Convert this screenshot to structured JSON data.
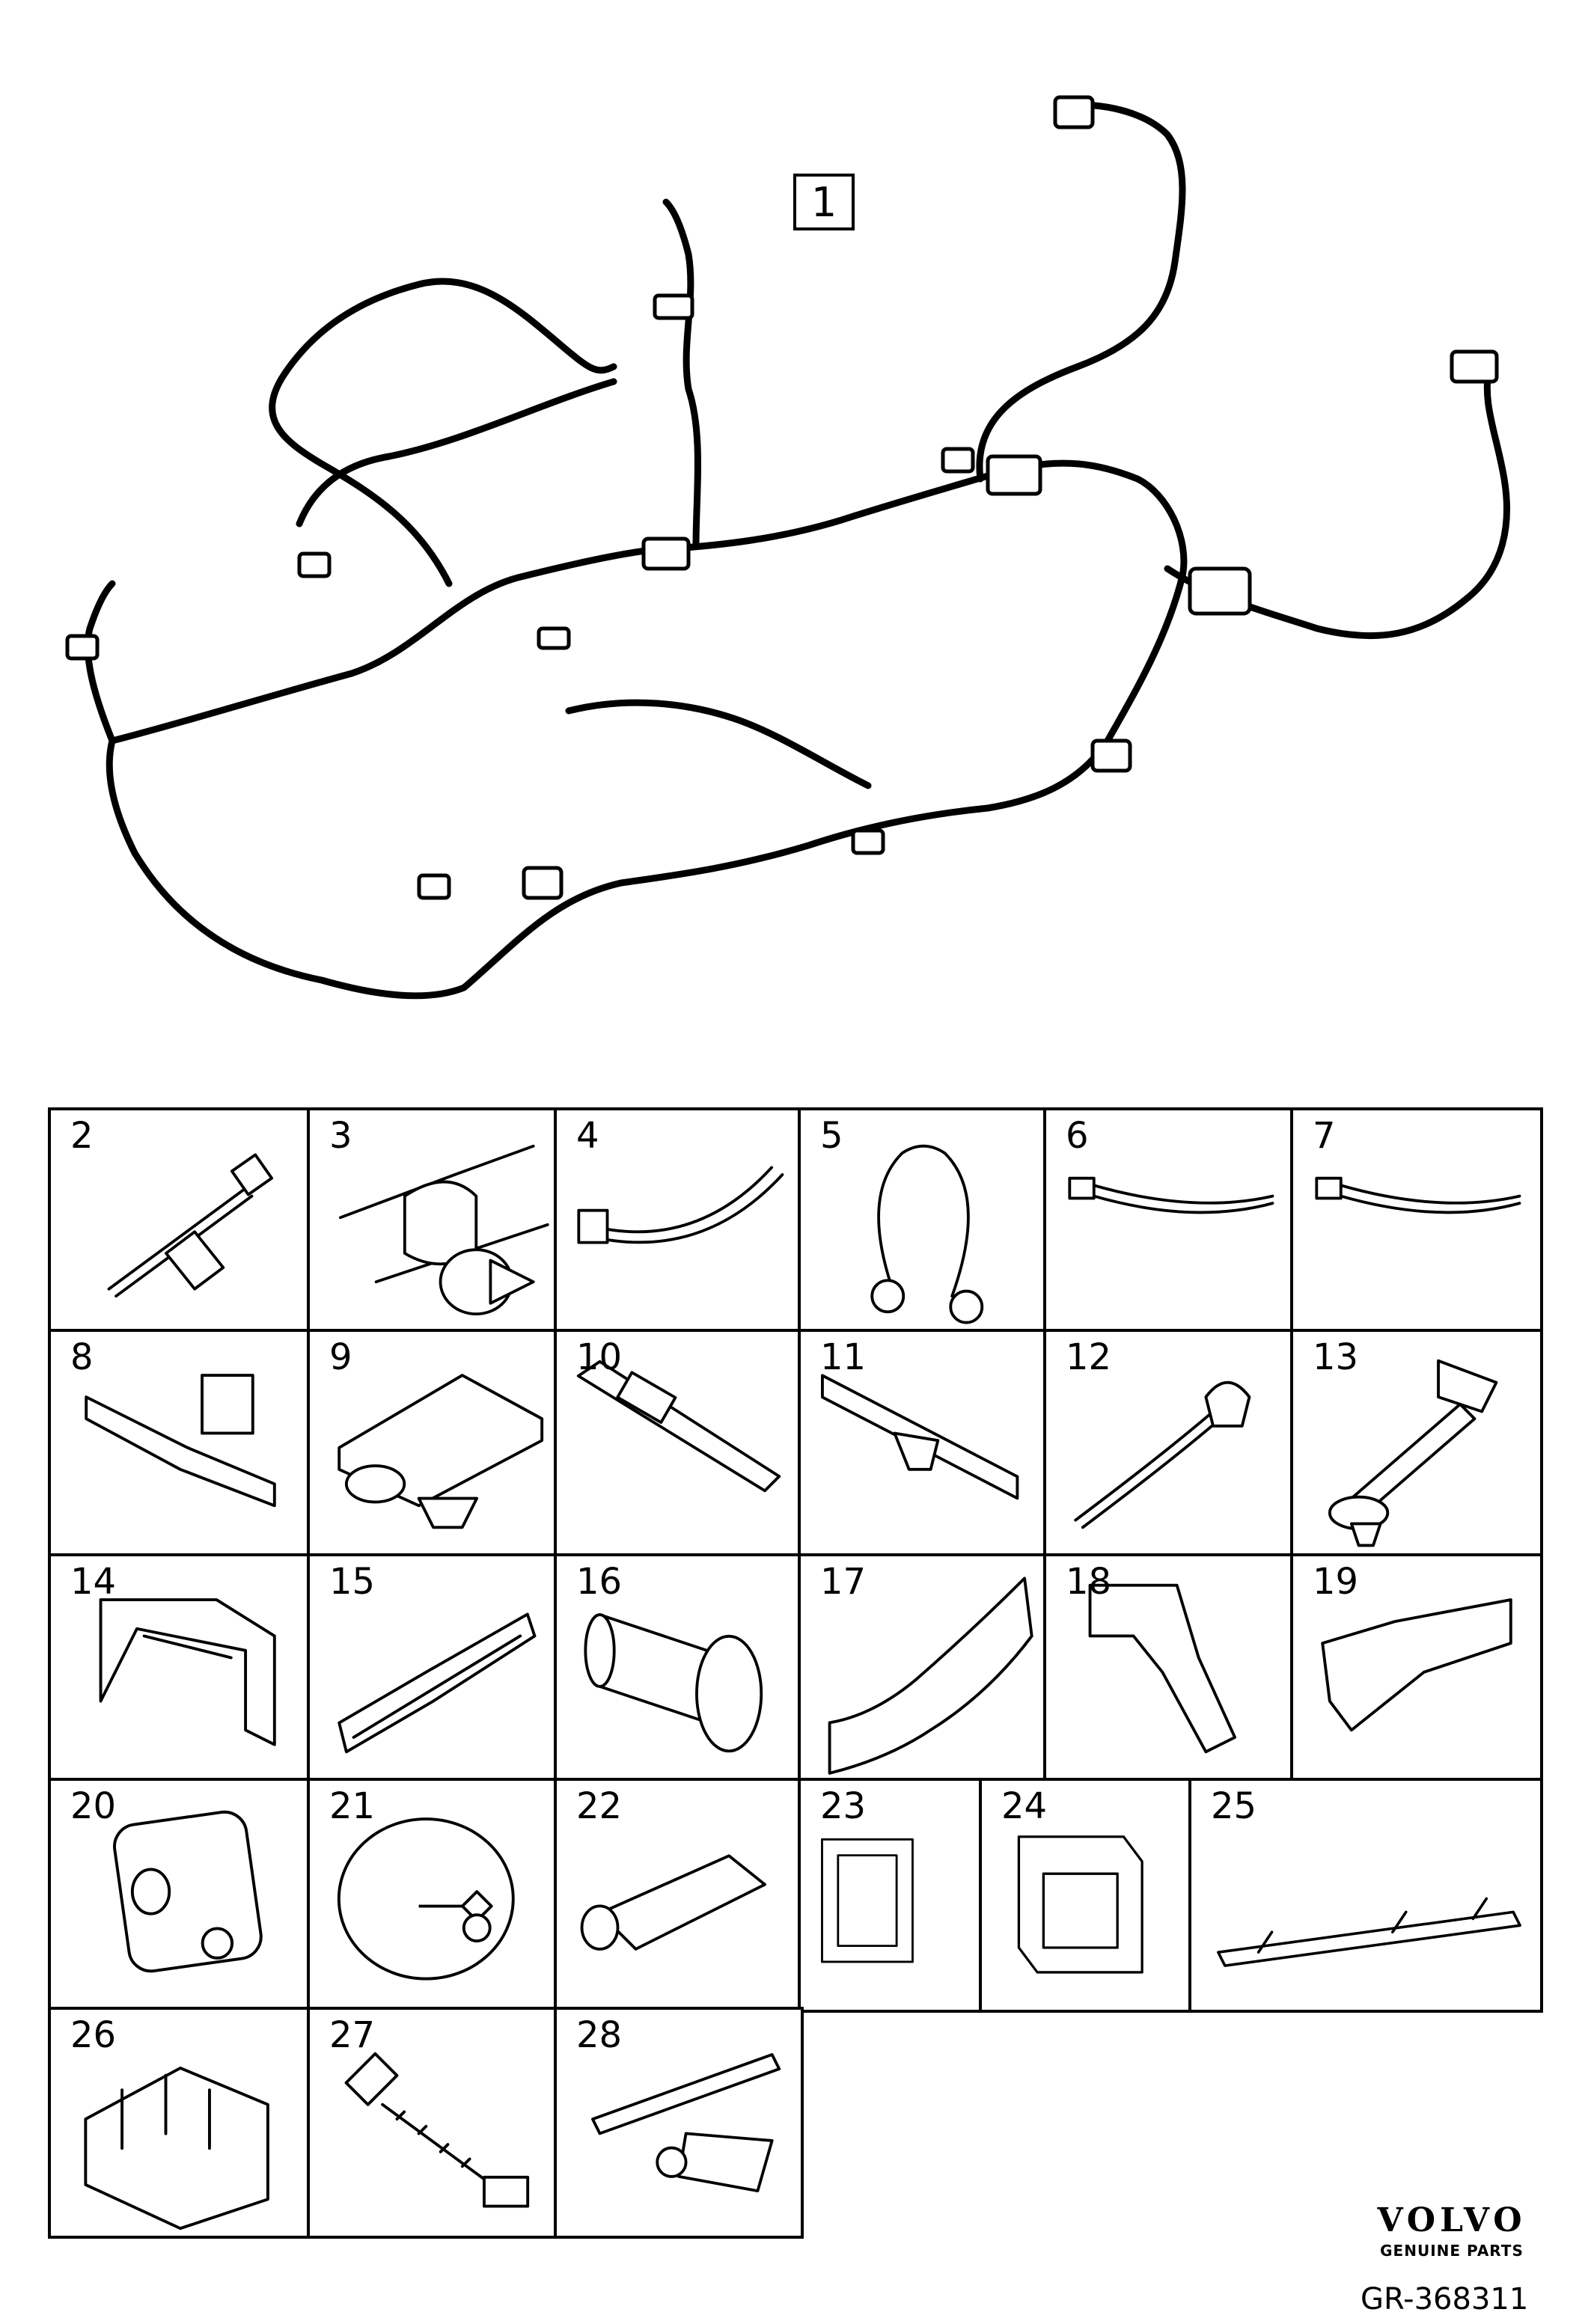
{
  "harness": {
    "callout": "1"
  },
  "parts": [
    {
      "number": "2",
      "icon": "cable-tie-with-clip"
    },
    {
      "number": "3",
      "icon": "cable-clip-with-push-pin"
    },
    {
      "number": "4",
      "icon": "cable-tie-with-anchor"
    },
    {
      "number": "5",
      "icon": "loop-strap"
    },
    {
      "number": "6",
      "icon": "cable-tie"
    },
    {
      "number": "7",
      "icon": "cable-tie"
    },
    {
      "number": "8",
      "icon": "cable-channel"
    },
    {
      "number": "9",
      "icon": "cable-holder-with-clip"
    },
    {
      "number": "10",
      "icon": "strap-clip"
    },
    {
      "number": "11",
      "icon": "cable-holder-rail"
    },
    {
      "number": "12",
      "icon": "cable-tie-with-mount"
    },
    {
      "number": "13",
      "icon": "cable-bracket-arm"
    },
    {
      "number": "14",
      "icon": "cable-cover-bracket"
    },
    {
      "number": "15",
      "icon": "cable-duct"
    },
    {
      "number": "16",
      "icon": "grommet-sleeve"
    },
    {
      "number": "17",
      "icon": "cable-guide"
    },
    {
      "number": "18",
      "icon": "cable-holder-bracket"
    },
    {
      "number": "19",
      "icon": "cable-cover"
    },
    {
      "number": "20",
      "icon": "square-grommet"
    },
    {
      "number": "21",
      "icon": "round-grommet"
    },
    {
      "number": "22",
      "icon": "connector-housing"
    },
    {
      "number": "23",
      "icon": "connector-frame"
    },
    {
      "number": "24",
      "icon": "connector-holder"
    },
    {
      "number": "25",
      "icon": "cable-rail"
    },
    {
      "number": "26",
      "icon": "connector-block"
    },
    {
      "number": "27",
      "icon": "threaded-clip"
    },
    {
      "number": "28",
      "icon": "cable-clamp-plate"
    }
  ],
  "brand": {
    "logo": "VOLVO",
    "tagline": "GENUINE PARTS"
  },
  "reference": "GR-368311"
}
